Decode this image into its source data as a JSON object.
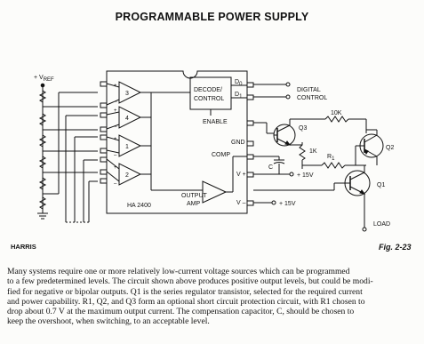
{
  "title": "PROGRAMMABLE POWER SUPPLY",
  "diagram": {
    "vref_label": "+ V",
    "vref_sub": "REF",
    "decoder_line1": "DECODE/",
    "decoder_line2": "CONTROL",
    "enable_label": "ENABLE",
    "ic_part": "HA 2400",
    "output_amp_line1": "OUTPUT",
    "output_amp_line2": "AMP",
    "amp_numbers": [
      "3",
      "4",
      "1",
      "2"
    ],
    "pin_d0": "D",
    "pin_d0_sub": "0",
    "pin_d1": "D",
    "pin_d1_sub": "1",
    "pin_gnd": "GND",
    "pin_comp": "COMP",
    "pin_vplus": "V +",
    "pin_vminus": "V –",
    "digital_control_line1": "DIGITAL",
    "digital_control_line2": "CONTROL",
    "q3": "Q3",
    "q2": "Q2",
    "q1": "Q1",
    "r_10k": "10K",
    "r_1k": "1K",
    "r1": "R",
    "r1_sub": "1",
    "cap_c": "C",
    "plus15_a": "+ 15V",
    "plus15_b": "+ 15V",
    "load": "LOAD",
    "harris": "HARRIS",
    "fig_label": "Fig. 2-23"
  },
  "body_lines": [
    "Many systems require one or more relatively low-current voltage sources which can be programmed",
    "to a few predetermined levels. The circuit shown above produces positive output levels, but could be modi-",
    "fied for negative or bipolar outputs. Q1 is the series regulator transistor, selected for the required current",
    "and power capability. R1, Q2, and Q3 form an optional short circuit protection circuit, with R1 chosen to",
    "drop about 0.7 V at the maximum output current. The compensation capacitor, C, should be chosen to",
    "keep the overshoot, when switching, to an acceptable level."
  ]
}
